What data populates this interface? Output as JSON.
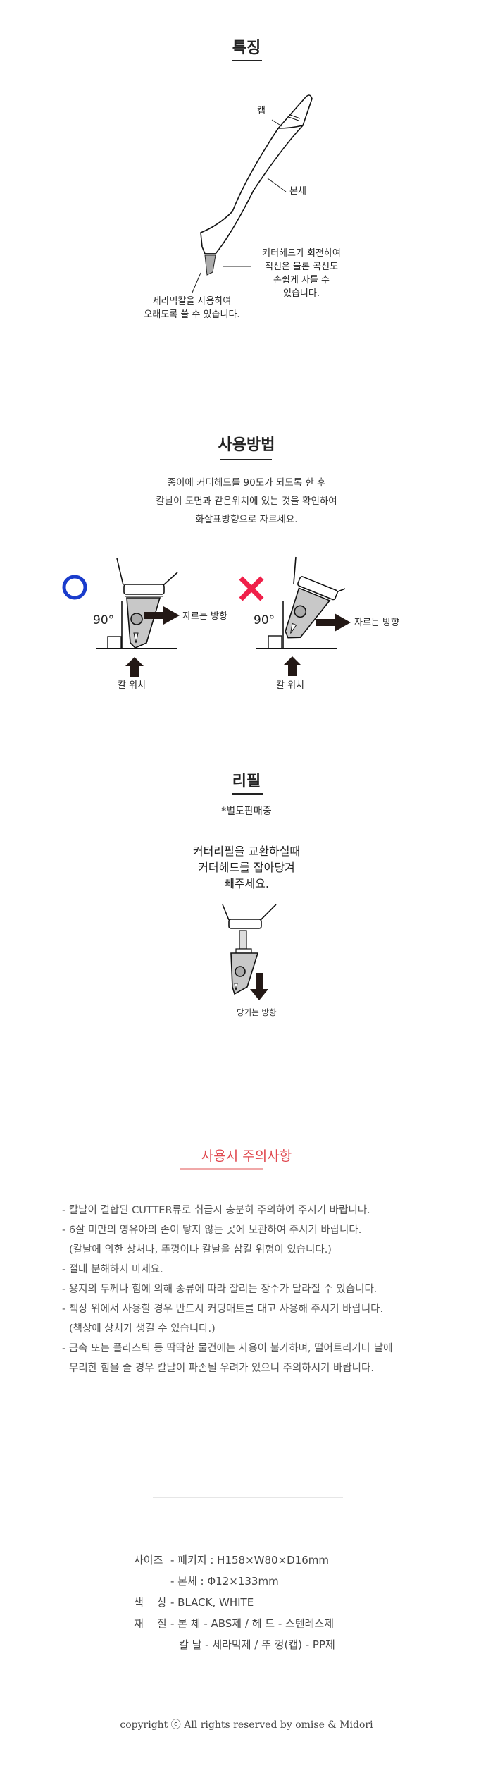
{
  "features": {
    "title": "특징",
    "labels": {
      "cap": "캡",
      "body": "본체",
      "cutter_head": [
        "커터헤드가 회전하여",
        "직선은 물론 곡선도",
        "손쉽게  자를 수",
        "있습니다."
      ],
      "ceramic": [
        "세라믹칼을 사용하여",
        "오래도록 쓸 수 있습니다."
      ]
    }
  },
  "usage": {
    "title": "사용방법",
    "description": [
      "종이에 커터헤드를 90도가 되도록 한 후",
      "칼날이 도면과 같은위치에 있는 것을 확인하여",
      "화살표방향으로 자르세요."
    ],
    "correct": {
      "mark": "O",
      "angle": "90°",
      "direction": "자르는 방향",
      "knife_position": "칼 위치"
    },
    "wrong": {
      "mark": "X",
      "angle": "90°",
      "direction": "자르는 방향",
      "knife_position": "칼 위치"
    },
    "colors": {
      "correct": "#1a3ccc",
      "wrong": "#f0204a"
    }
  },
  "refill": {
    "title": "리필",
    "note": "*별도판매중",
    "instructions": [
      "커터리필을 교환하실때",
      "커터헤드를 잡아당겨",
      "빼주세요."
    ],
    "pull_direction": "당기는 방향"
  },
  "cautions": {
    "title": "사용시 주의사항",
    "title_color": "#e0484f",
    "items": [
      "- 칼날이 결합된 CUTTER류로 취급시 충분히 주의하여 주시기 바랍니다.",
      "- 6살 미만의 영유아의 손이 닿지 않는 곳에 보관하여 주시기 바랍니다.",
      "  (칼날에 의한 상처나, 뚜껑이나 칼날을 삼킬 위험이 있습니다.)",
      "- 절대 분해하지 마세요.",
      "- 용지의 두께나 힘에 의해 종류에 따라 잘리는 장수가 달라질 수 있습니다.",
      "- 책상 위에서 사용할 경우 반드시 커팅매트를 대고 사용해 주시기 바랍니다.",
      " (책상에 상처가 생길 수 있습니다.)",
      "- 금속 또는 플라스틱 등 딱딱한 물건에는 사용이 불가하며, 떨어트리거나 날에",
      "  무리한 힘을 줄 경우 칼날이 파손될 우려가 있으니 주의하시기 바랍니다."
    ]
  },
  "specs": [
    {
      "label": "사이즈",
      "value": "- 패키지 : H158×W80×D16mm"
    },
    {
      "label": "",
      "value": "- 본체 : Φ12×133mm"
    },
    {
      "label": "색    상",
      "value": "- BLACK, WHITE"
    },
    {
      "label": "재    질",
      "value": "- 본 체 - ABS제 / 헤 드 - 스텐레스제"
    },
    {
      "label": "",
      "value": "칼 날 - 세라믹제 / 뚜 껑(캡) - PP제"
    }
  ],
  "copyright": "copyright ⓒ All rights reserved by omise & Midori"
}
